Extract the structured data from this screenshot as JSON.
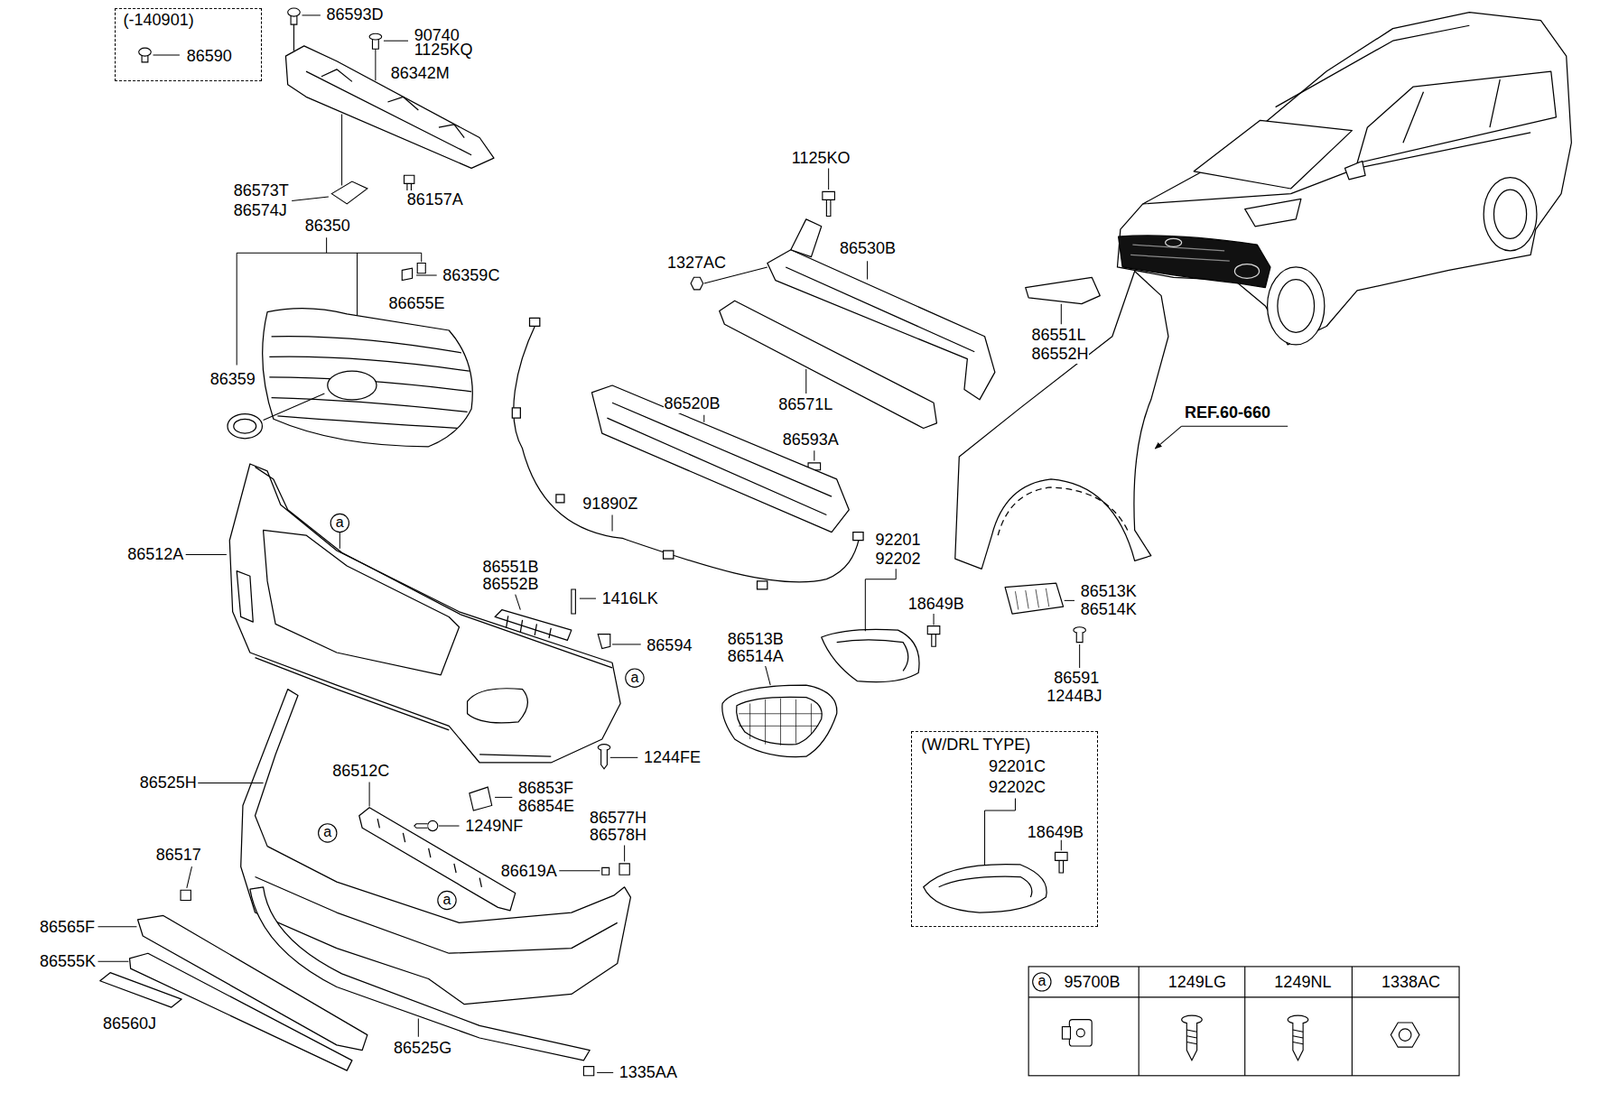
{
  "diagram": {
    "nodes": [
      {
        "text": [
          "(-140901)",
          "86590"
        ]
      },
      {
        "text": [
          "(W/DRL TYPE)",
          "92201C",
          "92202C",
          "18649B"
        ]
      }
    ],
    "labels": [
      "86593D",
      "90740",
      "1125KQ",
      "86342M",
      "86573T",
      "86574J",
      "86157A",
      "86350",
      "1125KO",
      "86530B",
      "1327AC",
      "86655E",
      "86359C",
      "86551L",
      "86552H",
      "86359",
      "86571L",
      "86520B",
      "REF.60-660",
      "86593A",
      "91890Z",
      "a",
      "86512A",
      "92201",
      "92202",
      "86551B",
      "86552B",
      "1416LK",
      "18649B",
      "86513K",
      "86514K",
      "86513B",
      "86514A",
      "86594",
      "a",
      "86591",
      "1244BJ",
      "1244FE",
      "86525H",
      "86512C",
      "86853F",
      "86854E",
      "86577H",
      "86578H",
      "1249NF",
      "a",
      "86517",
      "86619A",
      "a",
      "86565F",
      "86555K",
      "a",
      "95700B",
      "1249LG",
      "1249NL",
      "1338AC",
      "86560J",
      "86525G",
      "1335AA"
    ]
  }
}
